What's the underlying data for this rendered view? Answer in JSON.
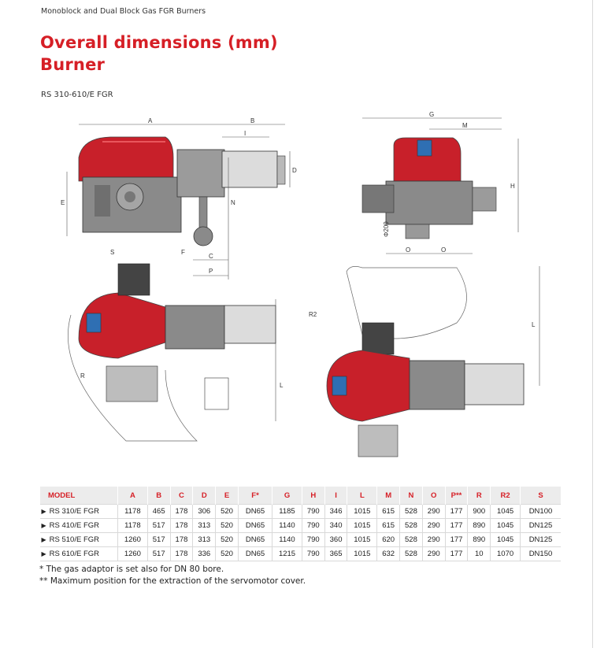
{
  "header": "Monoblock and Dual Block Gas FGR Burners",
  "title_line1": "Overall dimensions (mm)",
  "title_line2": "Burner",
  "model_label": "RS 310-610/E FGR",
  "dimension_labels": {
    "A": "A",
    "B": "B",
    "I": "I",
    "D": "D",
    "E": "E",
    "N": "N",
    "S": "S",
    "F": "F",
    "C": "C",
    "P": "P",
    "G": "G",
    "M": "M",
    "H": "H",
    "diameter": "Φ200",
    "O1": "O",
    "O2": "O",
    "R2": "R2",
    "R": "R",
    "L1": "L",
    "L2": "L"
  },
  "colors": {
    "accent": "#d61f26",
    "burner_red": "#c8202a",
    "header_bg": "#ececec"
  },
  "table": {
    "columns": [
      "MODEL",
      "A",
      "B",
      "C",
      "D",
      "E",
      "F*",
      "G",
      "H",
      "I",
      "L",
      "M",
      "N",
      "O",
      "P**",
      "R",
      "R2",
      "S"
    ],
    "rows": [
      [
        "RS 310/E FGR",
        "1178",
        "465",
        "178",
        "306",
        "520",
        "DN65",
        "1185",
        "790",
        "346",
        "1015",
        "615",
        "528",
        "290",
        "177",
        "900",
        "1045",
        "DN100"
      ],
      [
        "RS 410/E FGR",
        "1178",
        "517",
        "178",
        "313",
        "520",
        "DN65",
        "1140",
        "790",
        "340",
        "1015",
        "615",
        "528",
        "290",
        "177",
        "890",
        "1045",
        "DN125"
      ],
      [
        "RS 510/E FGR",
        "1260",
        "517",
        "178",
        "313",
        "520",
        "DN65",
        "1140",
        "790",
        "360",
        "1015",
        "620",
        "528",
        "290",
        "177",
        "890",
        "1045",
        "DN125"
      ],
      [
        "RS 610/E FGR",
        "1260",
        "517",
        "178",
        "336",
        "520",
        "DN65",
        "1215",
        "790",
        "365",
        "1015",
        "632",
        "528",
        "290",
        "177",
        "10",
        "1070",
        "DN150"
      ]
    ]
  },
  "notes": [
    "* The gas adaptor is set also for DN 80 bore.",
    "** Maximum position for the extraction of the servomotor cover."
  ]
}
